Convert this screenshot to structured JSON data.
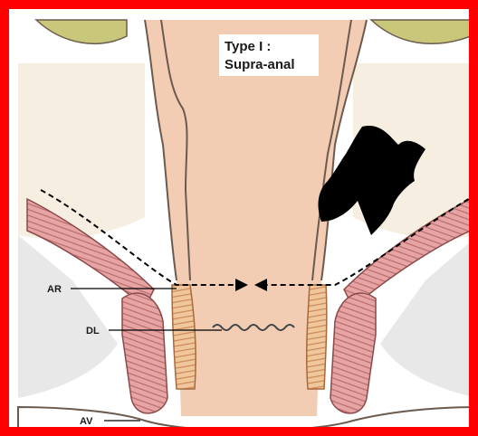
{
  "title_line1": "Type I :",
  "title_line2": "Supra-anal",
  "labels": {
    "ar": "AR",
    "dl": "DL",
    "av": "AV"
  },
  "colors": {
    "border": "#ff0000",
    "mucosa": "#f2cdb4",
    "wall_outline": "#6b5a4e",
    "muscle": "#e6a4a4",
    "internal_sphincter": "#f0c79a",
    "fat": "#f7eee2",
    "fluid": "#eaeaea",
    "abscess": "#000000"
  },
  "icons": [
    "abscess-shape",
    "arrow-right-icon",
    "arrow-left-icon"
  ]
}
